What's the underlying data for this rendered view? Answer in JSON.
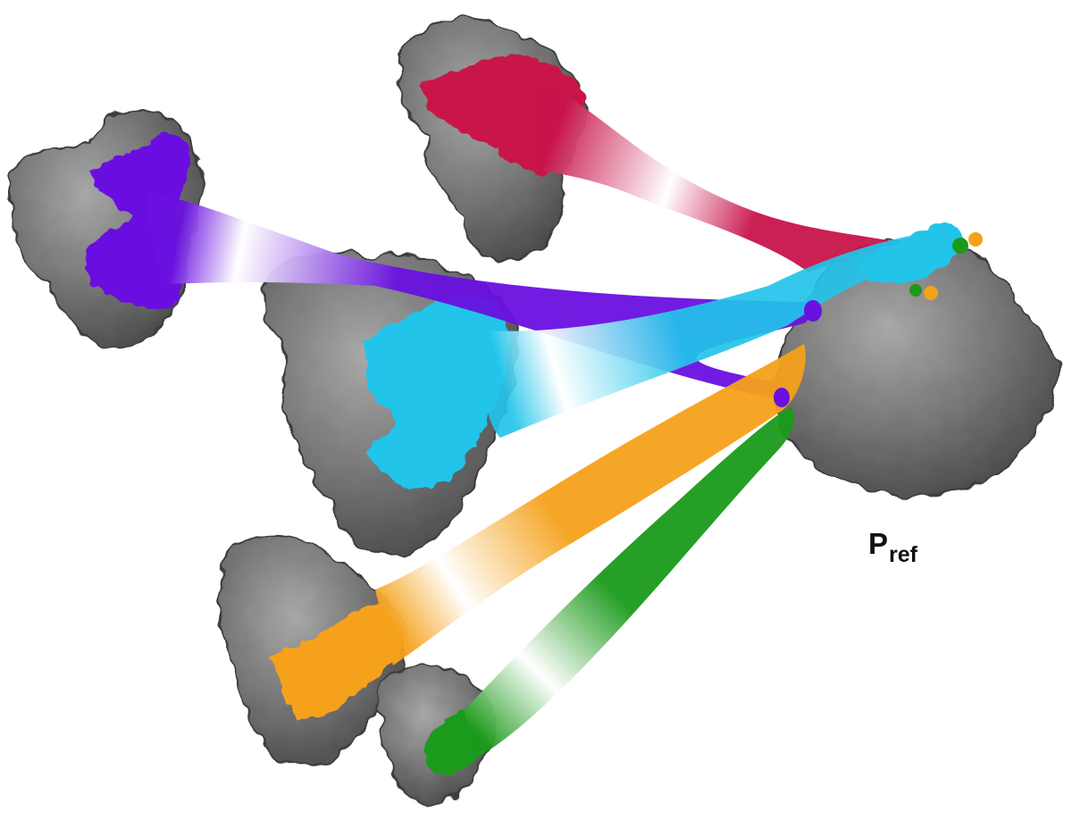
{
  "reference_label": {
    "main": "P",
    "subscript": "ref"
  },
  "colors": {
    "surface": "#6f6f6f",
    "surface_highlight": "#9a9a9a",
    "red": "#c8144a",
    "purple": "#6a10e0",
    "cyan": "#22c4ea",
    "orange": "#f5a11a",
    "green": "#1a9a1a"
  },
  "links": [
    {
      "name": "red",
      "color_key": "red"
    },
    {
      "name": "purple",
      "color_key": "purple"
    },
    {
      "name": "cyan",
      "color_key": "cyan"
    },
    {
      "name": "orange",
      "color_key": "orange"
    },
    {
      "name": "green",
      "color_key": "green"
    }
  ]
}
